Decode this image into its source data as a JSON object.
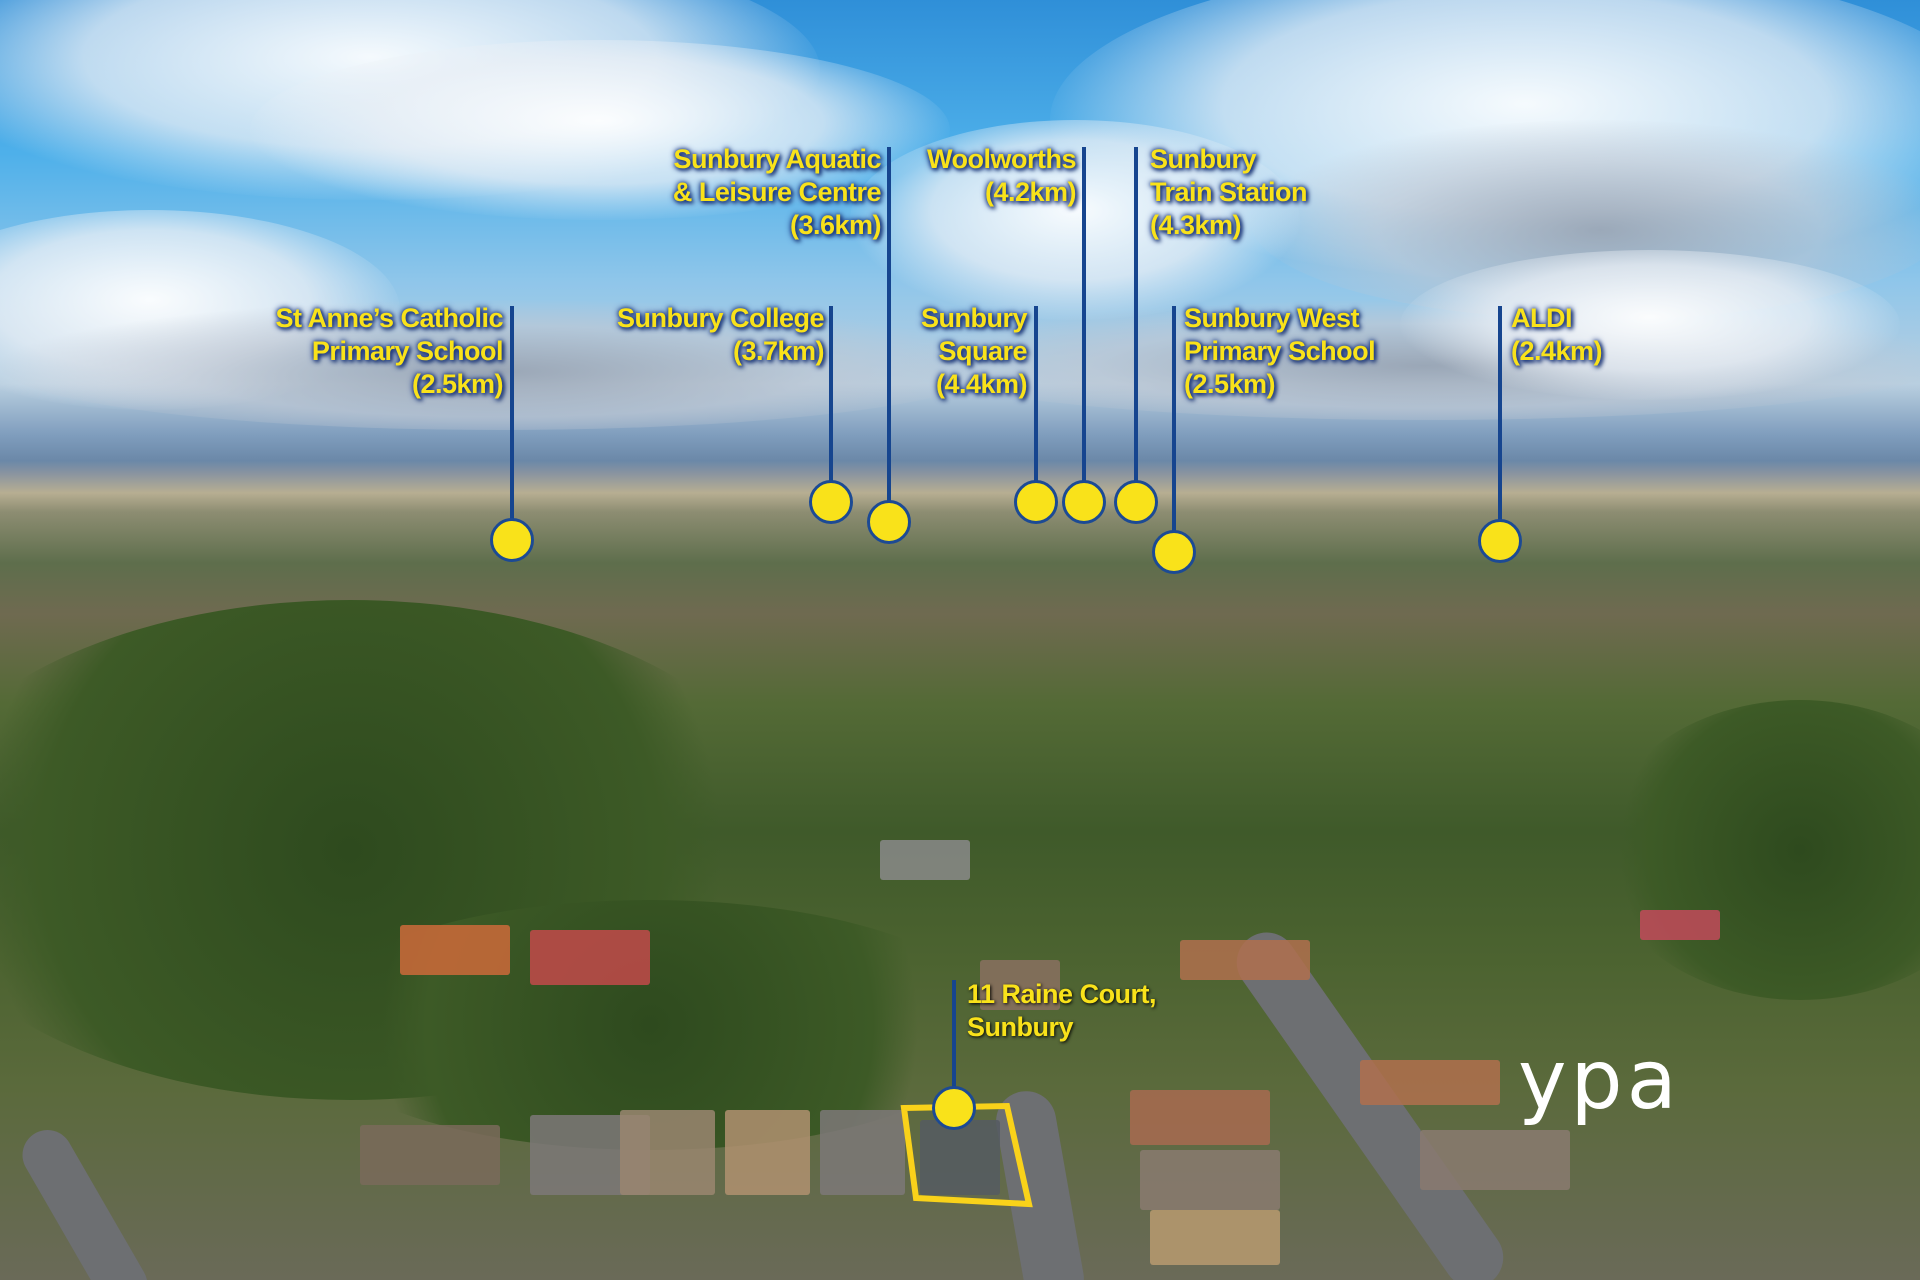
{
  "annotations": {
    "st_annes": {
      "name1": "St Anne’s Catholic",
      "name2": "Primary School",
      "distance": "(2.5km)"
    },
    "sunbury_college": {
      "name1": "Sunbury College",
      "distance": "(3.7km)"
    },
    "aquatic": {
      "name1": "Sunbury Aquatic",
      "name2": "& Leisure Centre",
      "distance": "(3.6km)"
    },
    "woolworths": {
      "name1": "Woolworths",
      "distance": "(4.2km)"
    },
    "sunbury_square": {
      "name1": "Sunbury",
      "name2": "Square",
      "distance": "(4.4km)"
    },
    "train_station": {
      "name1": "Sunbury",
      "name2": "Train Station",
      "distance": "(4.3km)"
    },
    "west_primary": {
      "name1": "Sunbury West",
      "name2": "Primary School",
      "distance": "(2.5km)"
    },
    "aldi": {
      "name1": "ALDI",
      "distance": "(2.4km)"
    }
  },
  "property": {
    "line1": "11 Raine Court,",
    "line2": "Sunbury"
  },
  "logo": "ypa",
  "colors": {
    "label_text": "#f9e21a",
    "marker_line": "#16458f",
    "marker_dot": "#f9e21a",
    "property_outline": "#f9d21a"
  }
}
